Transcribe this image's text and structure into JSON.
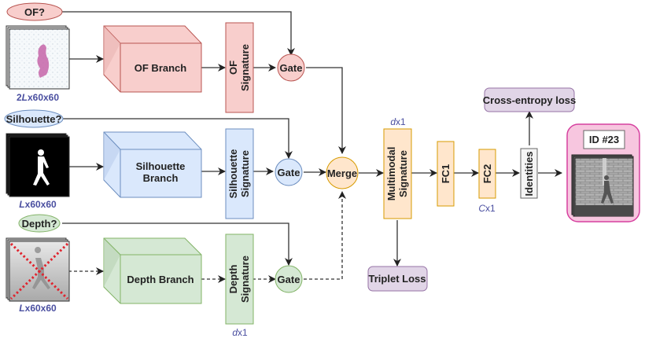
{
  "diagram": {
    "toggles": {
      "of": "OF?",
      "silhouette": "Silhouette?",
      "depth": "Depth?"
    },
    "inputs": {
      "of": {
        "dim_prefix": "2",
        "dim_var": "L",
        "dim_suffix": "x60x60"
      },
      "silhouette": {
        "dim_prefix": "",
        "dim_var": "L",
        "dim_suffix": "x60x60"
      },
      "depth": {
        "dim_prefix": "",
        "dim_var": "L",
        "dim_suffix": "x60x60"
      }
    },
    "branches": {
      "of": "OF Branch",
      "silhouette_line1": "Silhouette",
      "silhouette_line2": "Branch",
      "depth": "Depth Branch"
    },
    "signatures": {
      "of_line1": "OF",
      "of_line2": "Signature",
      "silhouette_line1": "Silhouette",
      "silhouette_line2": "Signature",
      "depth_line1": "Depth",
      "depth_line2": "Signature",
      "depth_dim_var": "d",
      "depth_dim_suffix": "x1"
    },
    "gates": {
      "of": "Gate",
      "silhouette": "Gate",
      "depth": "Gate"
    },
    "merge": "Merge",
    "multimodal": {
      "line1": "Multimodal",
      "line2": "Signature",
      "dim_var": "d",
      "dim_suffix": "x1"
    },
    "fc1": "FC1",
    "fc2": {
      "label": "FC2",
      "dim_var": "C",
      "dim_suffix": "x1"
    },
    "identities": "Identities",
    "losses": {
      "cross_entropy": "Cross-entropy loss",
      "triplet": "Triplet Loss"
    },
    "output": {
      "id_label": "ID #23"
    },
    "colors": {
      "of_fill": "#f8cecc",
      "of_stroke": "#b85450",
      "sil_fill": "#dae8fc",
      "sil_stroke": "#6c8ebf",
      "depth_fill": "#d5e8d4",
      "depth_stroke": "#82b366",
      "orange_fill": "#ffe6cc",
      "orange_stroke": "#d79b00",
      "purple_fill": "#e1d5e7",
      "purple_stroke": "#9673a6",
      "pink_fill": "#f7c6df",
      "pink_stroke": "#d6409f",
      "dim_text": "#4a4fa0"
    }
  }
}
